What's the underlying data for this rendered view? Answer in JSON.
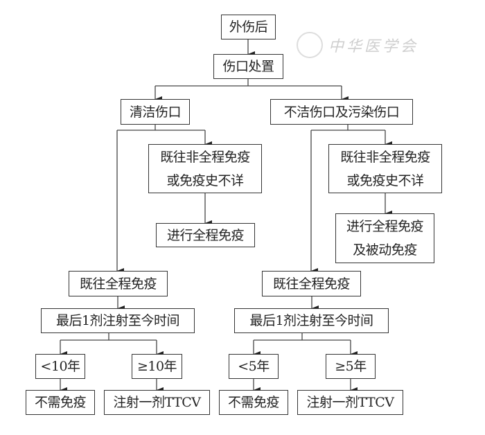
{
  "watermark": {
    "text": "中华医学会"
  },
  "nodes": {
    "root": "外伤后",
    "wound_care": "伤口处置",
    "clean": "清洁伤口",
    "dirty": "不洁伤口及污染伤口",
    "left_incomplete": [
      "既往非全程免疫",
      "或免疫史不详"
    ],
    "left_full_course": "进行全程免疫",
    "right_incomplete": [
      "既往非全程免疫",
      "或免疫史不详"
    ],
    "right_full_passive": [
      "进行全程免疫",
      "及被动免疫"
    ],
    "left_complete": "既往全程免疫",
    "right_complete": "既往全程免疫",
    "left_last_dose": "最后1剂注射至今时间",
    "right_last_dose": "最后1剂注射至今时间",
    "left_lt": "<10年",
    "left_ge": "≥10年",
    "right_lt": "<5年",
    "right_ge": "≥5年",
    "left_no_need": "不需免疫",
    "left_inject": "注射一剂TTCV",
    "right_no_need": "不需免疫",
    "right_inject": "注射一剂TTCV"
  }
}
